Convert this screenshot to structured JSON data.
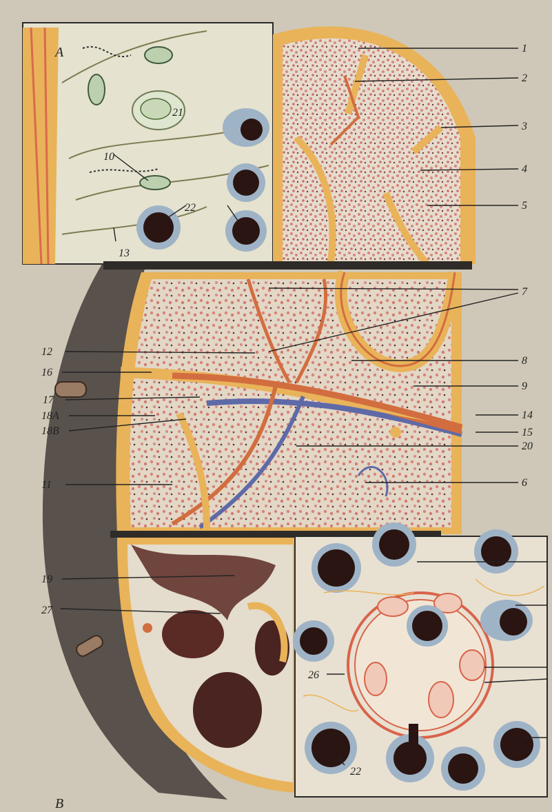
{
  "panel_letters": {
    "a": "A",
    "b": "B"
  },
  "labels": {
    "l1": "1",
    "l2": "2",
    "l3": "3",
    "l4": "4",
    "l5": "5",
    "l6": "6",
    "l7": "7",
    "l8": "8",
    "l9": "9",
    "l10": "10",
    "l11": "11",
    "l12": "12",
    "l13": "13",
    "l14": "14",
    "l15": "15",
    "l16": "16",
    "l17": "17",
    "l18a": "18A",
    "l18b": "18B",
    "l19": "19",
    "l20": "20",
    "l21": "21",
    "l22a": "22",
    "l22b": "22",
    "l26": "26",
    "l27": "27"
  },
  "colors": {
    "page": "#cfc8b8",
    "capsule": "#e9b35a",
    "capsule_edge": "#c98a2e",
    "pulp": "#e6dccd",
    "red_cell": "#d8837a",
    "artery": "#d26d3f",
    "vein": "#5e6aa8",
    "cell_dark": "#2a1512",
    "cell_halo": "#9fb3c6",
    "outer_shadow": "#4a4440"
  }
}
